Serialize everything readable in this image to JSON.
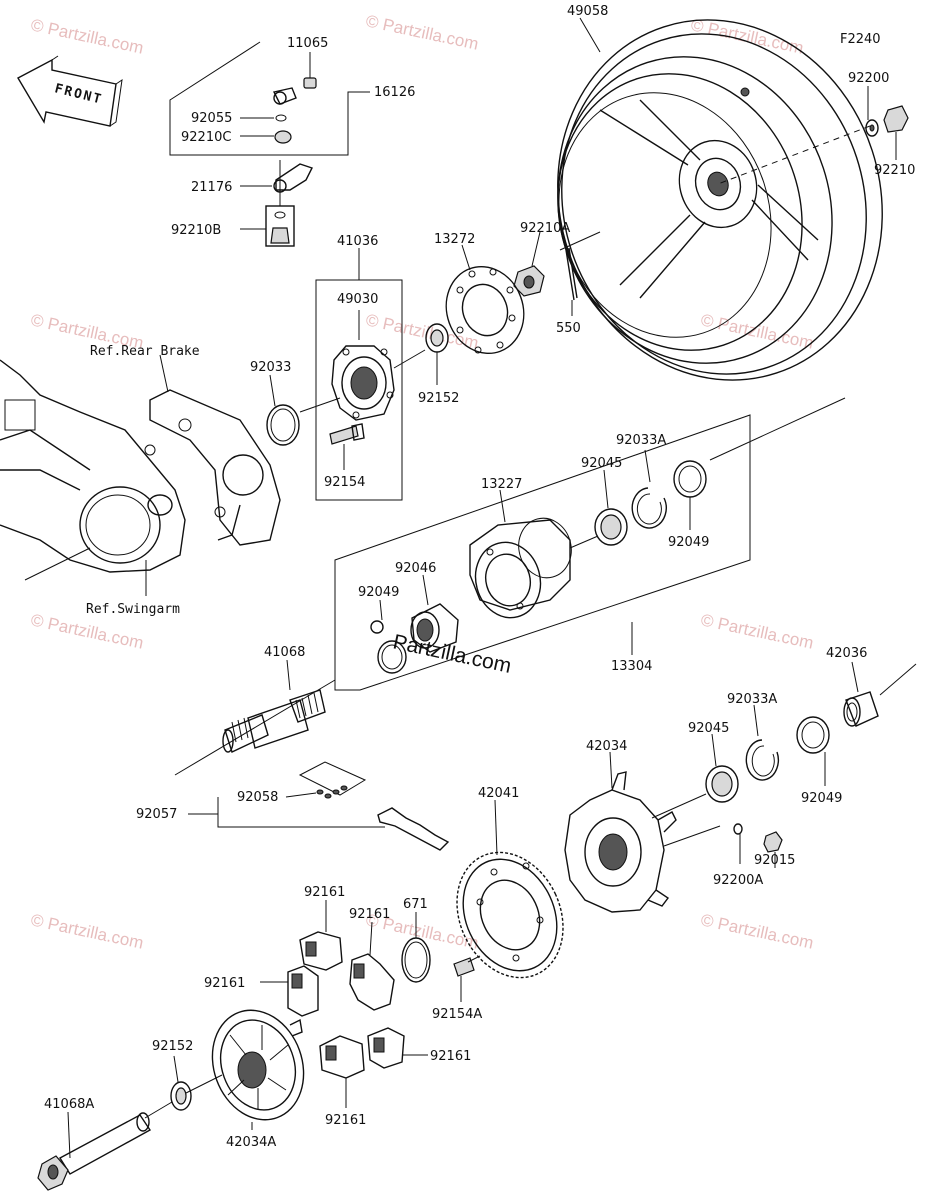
{
  "diagram": {
    "code": "F2240",
    "front_label": "FRONT",
    "watermark": "© Partzilla.com",
    "center_watermark": "Partzilla.com",
    "refs": {
      "rear_brake": "Ref.Rear Brake",
      "swingarm": "Ref.Swingarm"
    },
    "part_numbers": {
      "p11065": "11065",
      "p16126": "16126",
      "p92055": "92055",
      "p92210C": "92210C",
      "p21176": "21176",
      "p92210B": "92210B",
      "p49058": "49058",
      "p92200": "92200",
      "p92210": "92210",
      "p41036": "41036",
      "p13272": "13272",
      "p92210A": "92210A",
      "p49030": "49030",
      "p92033": "92033",
      "p92152_top": "92152",
      "p550": "550",
      "p92154": "92154",
      "p92033A_top": "92033A",
      "p92045_top": "92045",
      "p13227": "13227",
      "p92049_top": "92049",
      "p92046": "92046",
      "p92049_mid": "92049",
      "p13304": "13304",
      "p41068": "41068",
      "p42036": "42036",
      "p92033A_bot": "92033A",
      "p42034": "42034",
      "p92045_bot": "92045",
      "p92049_bot": "92049",
      "p92057": "92057",
      "p92058": "92058",
      "p42041": "42041",
      "p92015": "92015",
      "p92200A": "92200A",
      "p92161_a": "92161",
      "p92161_b": "92161",
      "p671": "671",
      "p92161_c": "92161",
      "p92154A": "92154A",
      "p92152_bot": "92152",
      "p92161_d": "92161",
      "p92161_e": "92161",
      "p41068A": "41068A",
      "p42034A": "42034A"
    }
  }
}
